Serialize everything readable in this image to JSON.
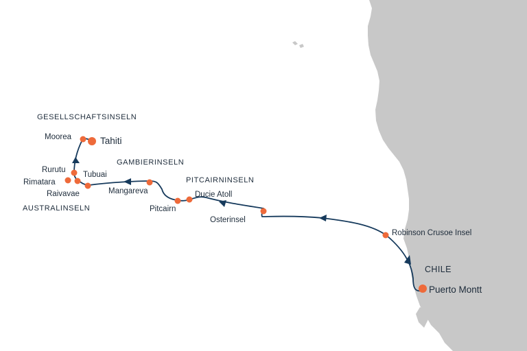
{
  "colors": {
    "land": "#c8c8c8",
    "sea": "#ffffff",
    "route": "#163a5c",
    "port": "#ee6a3a",
    "text": "#1d2b3a"
  },
  "ports": [
    {
      "id": "puerto-montt",
      "label": "Puerto Montt",
      "main": true
    },
    {
      "id": "robinson-crusoe",
      "label": "Robinson Crusoe Insel"
    },
    {
      "id": "osterinsel",
      "label": "Osterinsel"
    },
    {
      "id": "ducie-atoll",
      "label": "Ducie Atoll"
    },
    {
      "id": "pitcairn",
      "label": "Pitcairn"
    },
    {
      "id": "mangareva",
      "label": "Mangareva"
    },
    {
      "id": "raivavae",
      "label": "Raivavae"
    },
    {
      "id": "tubuai",
      "label": "Tubuai"
    },
    {
      "id": "rimatara",
      "label": "Rimatara"
    },
    {
      "id": "rurutu",
      "label": "Rurutu"
    },
    {
      "id": "moorea",
      "label": "Moorea"
    },
    {
      "id": "tahiti",
      "label": "Tahiti",
      "main": true
    }
  ],
  "regions": {
    "gesellschaftsinseln": "GESELLSCHAFTSINSELN",
    "gambierinseln": "GAMBIERINSELN",
    "pitcairninseln": "PITCAIRNINSELN",
    "australinseln": "AUSTRALINSELN"
  },
  "country": "CHILE"
}
